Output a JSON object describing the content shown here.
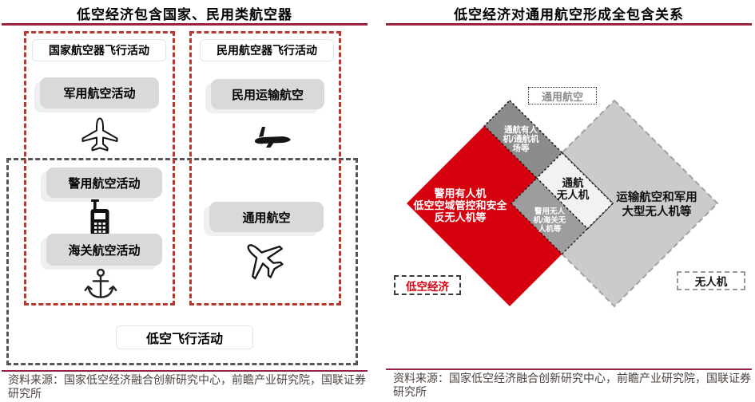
{
  "colors": {
    "red_diamond": "#D7000F",
    "maroon_rule": "#9B2242",
    "dashed_red_border": "#BB362C",
    "dashed_gray_border": "#555555",
    "dark_gray_band": "#8C8C8C",
    "mid_gray_band": "#9D9D9D",
    "light_gray_diamond": "#CBCBCB",
    "button_gray": "#D9D9D9",
    "source_text": "#4C4440"
  },
  "left": {
    "title": "低空经济包含国家、民用类航空器",
    "national_box_label": "国家航空器飞行活动",
    "military_label": "军用航空活动",
    "civil_box_label": "民用航空器飞行活动",
    "transport_label": "民用运输航空",
    "police_label": "警用航空活动",
    "customs_label": "海关航空活动",
    "ga_label": "通用航空",
    "low_alt_label": "低空飞行活动",
    "icons": {
      "fighter": "fighter-jet-icon",
      "airliner": "airliner-icon",
      "radio": "walkie-talkie-icon",
      "anchor": "anchor-icon",
      "small_plane": "small-plane-icon"
    },
    "source": "资料来源：国家低空经济融合创新研究中心，前瞻产业研究院，国联证券研究所"
  },
  "right": {
    "title": "低空经济对通用航空形成全包含关系",
    "ga_tag": "通用航空",
    "lae_tag": "低空经济",
    "drone_tag": "无人机",
    "red_lines": [
      "警用有人机",
      "低空空域管控和安全",
      "反无人机等"
    ],
    "dark_lines": [
      "通航有人",
      "机/通航机",
      "场等"
    ],
    "white_lines": [
      "通航",
      "无人机"
    ],
    "mid_lines": [
      "警用无人",
      "机/海关无",
      "人机等"
    ],
    "gray_lines": [
      "运输航空和军用",
      "大型无人机等"
    ],
    "source": "资料来源：国家低空经济融合创新研究中心，前瞻产业研究院，国联证券研究所"
  }
}
